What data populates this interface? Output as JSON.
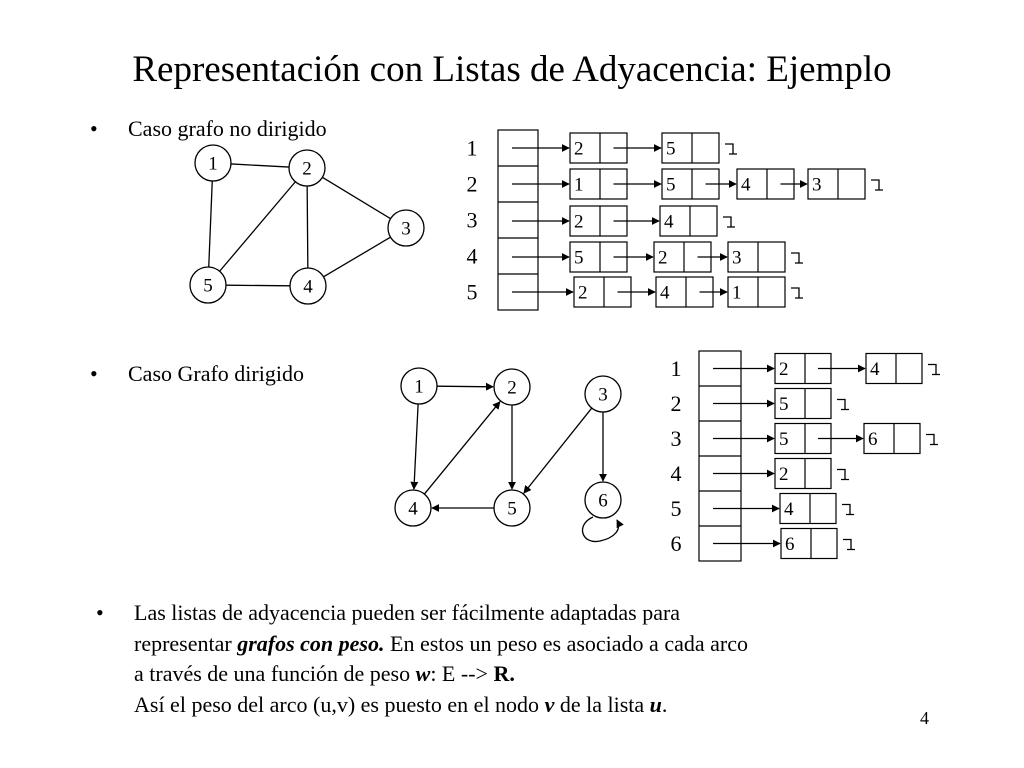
{
  "title": "Representación con Listas de Adyacencia: Ejemplo",
  "bullet_char": "•",
  "section1": {
    "label": "Caso grafo no dirigido",
    "graph": {
      "nodes": [
        "1",
        "2",
        "3",
        "4",
        "5"
      ],
      "edges": [
        [
          "1",
          "2"
        ],
        [
          "1",
          "5"
        ],
        [
          "2",
          "5"
        ],
        [
          "2",
          "4"
        ],
        [
          "2",
          "3"
        ],
        [
          "3",
          "4"
        ],
        [
          "4",
          "5"
        ]
      ]
    },
    "adjacency": {
      "index_labels": [
        "1",
        "2",
        "3",
        "4",
        "5"
      ],
      "lists": [
        [
          "2",
          "5"
        ],
        [
          "1",
          "5",
          "4",
          "3"
        ],
        [
          "2",
          "4"
        ],
        [
          "5",
          "2",
          "3"
        ],
        [
          "2",
          "4",
          "1"
        ]
      ]
    }
  },
  "section2": {
    "label": "Caso Grafo dirigido",
    "graph": {
      "nodes": [
        "1",
        "2",
        "3",
        "4",
        "5",
        "6"
      ],
      "edges": [
        [
          "1",
          "2"
        ],
        [
          "1",
          "4"
        ],
        [
          "4",
          "2"
        ],
        [
          "2",
          "5"
        ],
        [
          "3",
          "5"
        ],
        [
          "3",
          "6"
        ],
        [
          "5",
          "4"
        ],
        [
          "6",
          "6"
        ]
      ]
    },
    "adjacency": {
      "index_labels": [
        "1",
        "2",
        "3",
        "4",
        "5",
        "6"
      ],
      "lists": [
        [
          "2",
          "4"
        ],
        [
          "5"
        ],
        [
          "5",
          "6"
        ],
        [
          "2"
        ],
        [
          "4"
        ],
        [
          "6"
        ]
      ]
    }
  },
  "paragraph": {
    "line1": "Las listas de adyacencia pueden ser fácilmente adaptadas para",
    "line2_pre": "representar ",
    "line2_em": "grafos con peso.",
    "line2_post": " En estos un peso es asociado a cada arco",
    "line3_pre": "a través de una función de peso ",
    "line3_w": "w",
    "line3_mid": ": E --> ",
    "line3_R": "R.",
    "line4_pre": "Así el peso del arco (u,v) es puesto en el nodo ",
    "line4_v": "v",
    "line4_mid": " de la lista ",
    "line4_u": "u",
    "line4_end": "."
  },
  "page_number": "4"
}
